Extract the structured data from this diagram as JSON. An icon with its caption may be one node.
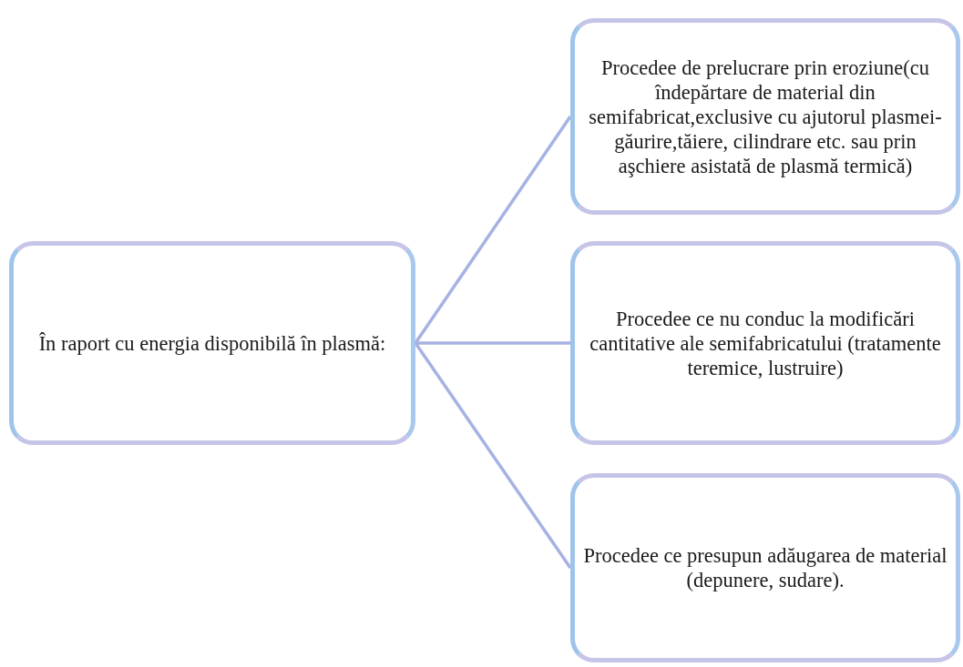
{
  "diagram": {
    "nodes": [
      {
        "text": [
          "În raport cu energia disponibilă în plasmă:"
        ]
      },
      {
        "text": [
          "Procedee de prelucrare prin eroziune(cu îndepărtare de material din semifabricat,exclusive cu ajutorul plasmei-găurire,tăiere, cilindrare etc. sau prin aşchiere asistată de plasmă termică)"
        ]
      },
      {
        "text": [
          "Procedee ce nu conduc la modificări cantitative ale semifabricatului (tratamente teremice, lustruire)"
        ]
      },
      {
        "text": [
          "Procedee ce presupun adăugarea de material (depunere, sudare)."
        ]
      }
    ],
    "edges": [
      {
        "from": 0,
        "to": 1,
        "arrow": "none"
      },
      {
        "from": 0,
        "to": 2,
        "arrow": "none"
      },
      {
        "from": 0,
        "to": 3,
        "arrow": "none"
      }
    ]
  }
}
